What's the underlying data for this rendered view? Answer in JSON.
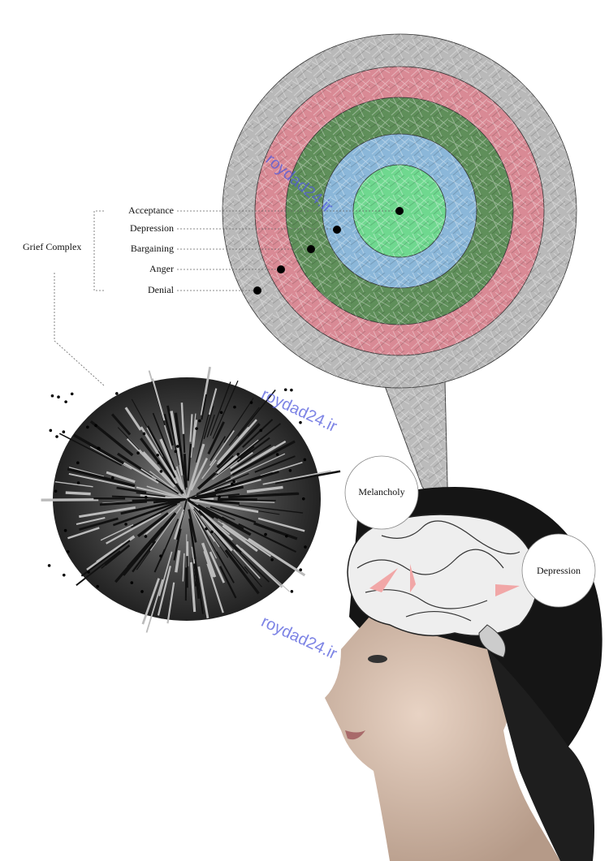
{
  "diagram": {
    "title": "Grief Complex",
    "stages": [
      {
        "label": "Acceptance",
        "color": "#6fd88f"
      },
      {
        "label": "Depression",
        "color": "#8bb7d9"
      },
      {
        "label": "Bargaining",
        "color": "#5f8f5a"
      },
      {
        "label": "Anger",
        "color": "#d98a95"
      },
      {
        "label": "Denial",
        "color": "#b9b9b9"
      }
    ]
  },
  "bubbles": {
    "melancholy": "Melancholy",
    "depression": "Depression"
  },
  "watermark": "roydad24.ir"
}
